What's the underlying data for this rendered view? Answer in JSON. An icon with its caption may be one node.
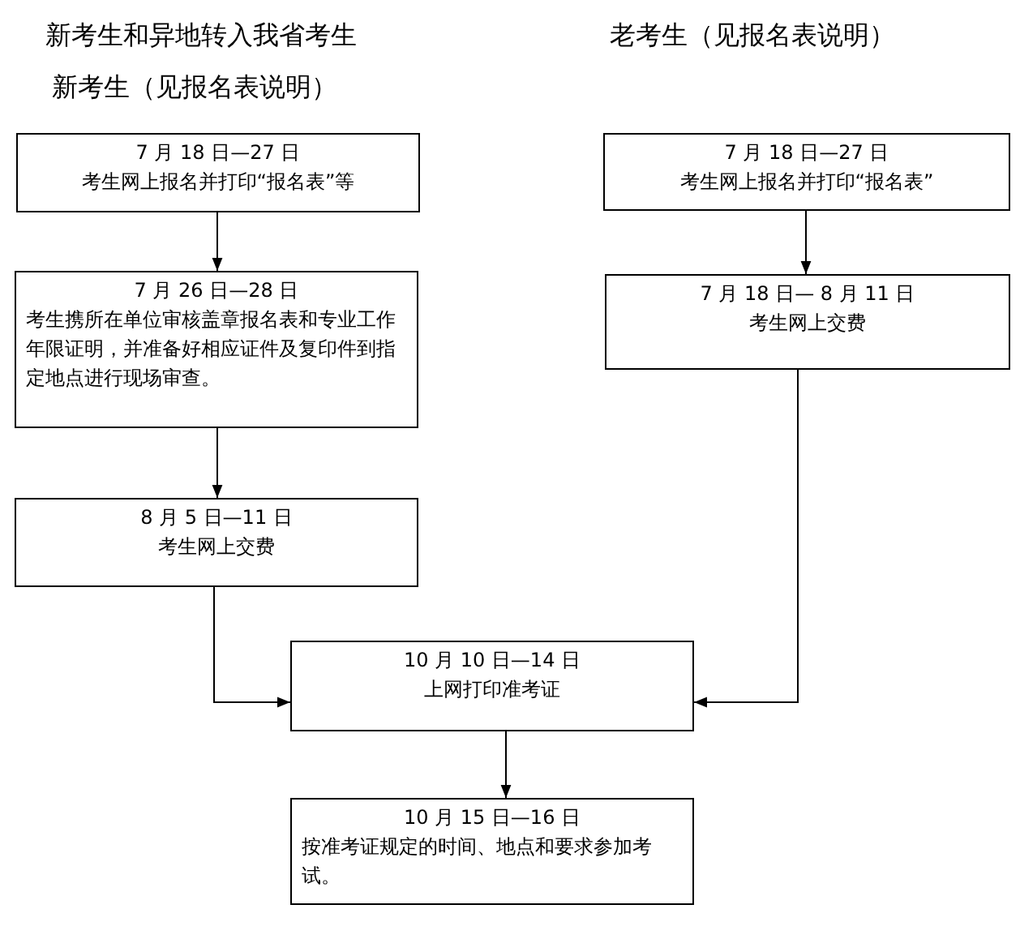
{
  "diagram": {
    "nodes": [
      {
        "text": [
          "7 月 18 日—27 日",
          "考生网上报名并打印“报名表”等"
        ]
      },
      {
        "text": [
          "7 月 26 日—28 日",
          "考生携所在单位审核盖章报名表和专业工作年限证明，并准备好相应证件及复印件到指定地点进行现场审查。"
        ]
      },
      {
        "text": [
          "8 月 5 日—11 日",
          "考生网上交费"
        ]
      },
      {
        "text": [
          "7 月 18 日—27 日",
          "考生网上报名并打印“报名表”"
        ]
      },
      {
        "text": [
          "7 月 18 日— 8 月 11 日",
          "考生网上交费"
        ]
      },
      {
        "text": [
          "10 月 10 日—14 日",
          "上网打印准考证"
        ]
      },
      {
        "text": [
          "10 月 15 日—16 日",
          "按准考证规定的时间、地点和要求参加考试。"
        ]
      }
    ],
    "edges": [
      {
        "from": 0,
        "to": 1,
        "arrow": "to"
      },
      {
        "from": 1,
        "to": 2,
        "arrow": "to"
      },
      {
        "from": 3,
        "to": 4,
        "arrow": "to"
      },
      {
        "from": 2,
        "to": 5,
        "arrow": "to"
      },
      {
        "from": 4,
        "to": 5,
        "arrow": "to"
      },
      {
        "from": 5,
        "to": 6,
        "arrow": "to"
      }
    ],
    "labels": [
      "新考生和异地转入我省考生",
      "老考生（见报名表说明）",
      "新考生（见报名表说明）"
    ]
  }
}
